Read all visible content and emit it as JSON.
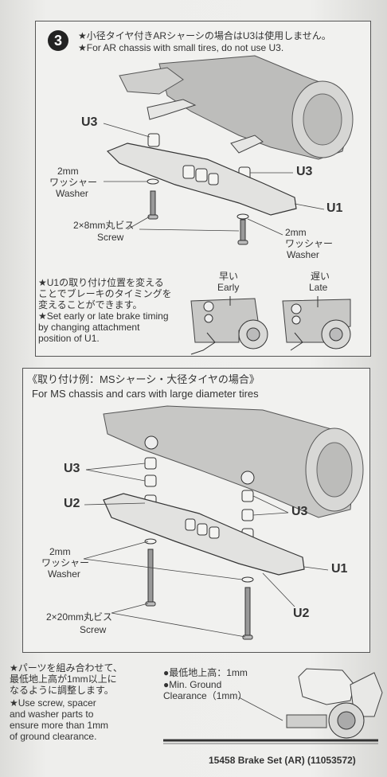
{
  "step1": {
    "number": "3",
    "note_jp": "★小径タイヤ付きARシャーシの場合はU3は使用しません。",
    "note_en": "★For AR chassis with small tires, do not use U3.",
    "labels": {
      "u3_left": "U3",
      "u3_right": "U3",
      "u1": "U1",
      "washer_left_size": "2mm",
      "washer_left_jp": "ワッシャー",
      "washer_left_en": "Washer",
      "screw_size": "2×8mm丸ビス",
      "screw_en": "Screw",
      "washer_right_size": "2mm",
      "washer_right_jp": "ワッシャー",
      "washer_right_en": "Washer"
    },
    "timing_jp": [
      "★U1の取り付け位置を変える",
      "ことでブレーキのタイミングを",
      "変えることができます。"
    ],
    "timing_en": [
      "★Set early or late brake timing",
      "by changing attachment",
      "position of U1."
    ],
    "early_jp": "早い",
    "early_en": "Early",
    "late_jp": "遅い",
    "late_en": "Late"
  },
  "step2": {
    "title_jp": "《取り付け例：MSシャーシ・大径タイヤの場合》",
    "title_en": "For MS chassis and cars with large diameter tires",
    "labels": {
      "u3_left": "U3",
      "u2_left": "U2",
      "u3_right": "U3",
      "u1": "U1",
      "u2_right": "U2",
      "washer_size": "2mm",
      "washer_jp": "ワッシャー",
      "washer_en": "Washer",
      "screw_size": "2×20mm丸ビス",
      "screw_en": "Screw"
    }
  },
  "bottom": {
    "jp": [
      "★パーツを組み合わせて、",
      "最低地上高が1mm以上に",
      "なるように調整します。"
    ],
    "en": [
      "★Use screw, spacer",
      "and washer parts to",
      "ensure more than 1mm",
      "of ground clearance."
    ],
    "clearance_jp": "●最低地上高：1mm",
    "clearance_en1": "●Min. Ground",
    "clearance_en2": "Clearance（1mm）"
  },
  "footer": {
    "product": "15458 Brake Set (AR) (11053572)"
  }
}
